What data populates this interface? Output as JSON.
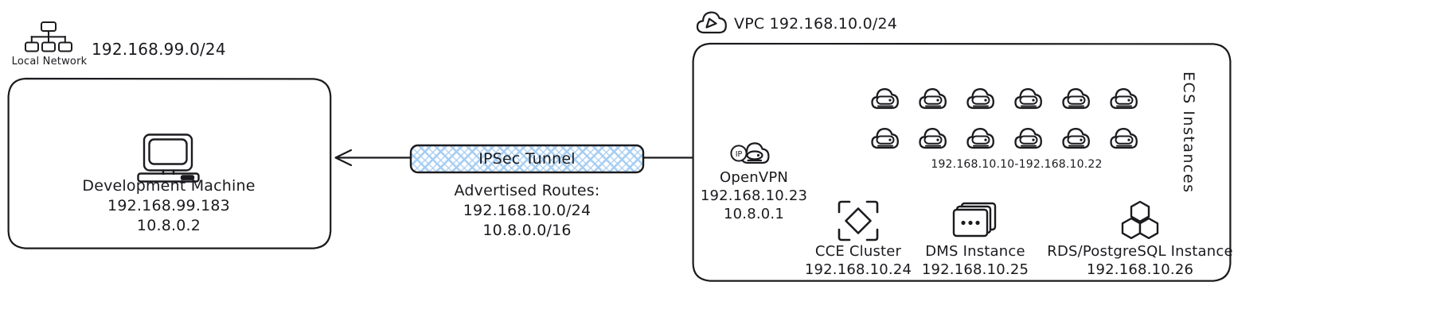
{
  "diagram": {
    "title": "VPN network topology",
    "style": "hand-drawn",
    "stroke_color": "#1b1b1f",
    "tunnel_fill": "#a5cdf2"
  },
  "local_network": {
    "icon": "network-hierarchy-icon",
    "icon_label": "Local Network",
    "cidr": "192.168.99.0/24",
    "node": {
      "icon": "desktop-computer-icon",
      "name": "Development Machine",
      "lan_ip": "192.168.99.183",
      "vpn_ip": "10.8.0.2"
    }
  },
  "tunnel": {
    "label": "IPSec Tunnel",
    "routes_title": "Advertised Routes:",
    "routes": [
      "192.168.10.0/24",
      "10.8.0.0/16"
    ],
    "arrow_direction": "bidirectional"
  },
  "vpc": {
    "icon": "cloud-vpc-icon",
    "label": "VPC 192.168.10.0/24",
    "gateway": {
      "icon": "openvpn-cloud-icon",
      "badge": "IP",
      "name": "OpenVPN",
      "private_ip": "192.168.10.23",
      "vpn_ip": "10.8.0.1"
    },
    "ecs": {
      "group_label": "ECS Instances",
      "ip_range": "192.168.10.10-192.168.10.22",
      "icon": "ecs-cloud-server-icon",
      "rows": [
        6,
        6
      ]
    },
    "services": [
      {
        "icon": "cce-cluster-icon",
        "name": "CCE Cluster",
        "ip": "192.168.10.24"
      },
      {
        "icon": "dms-instance-icon",
        "name": "DMS Instance",
        "ip": "192.168.10.25"
      },
      {
        "icon": "rds-postgresql-icon",
        "name": "RDS/PostgreSQL Instance",
        "ip": "192.168.10.26"
      }
    ]
  }
}
